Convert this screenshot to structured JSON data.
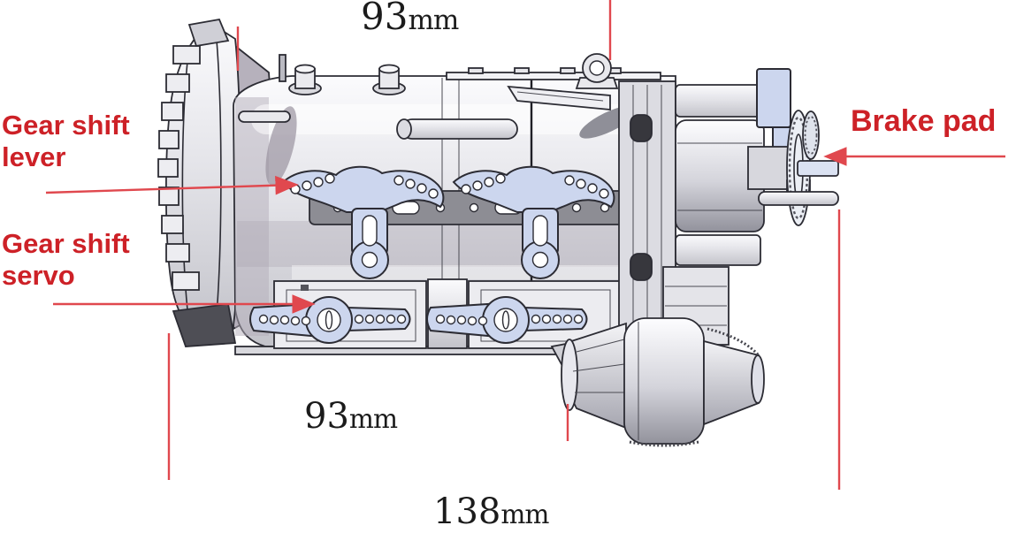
{
  "annotations": {
    "gear_shift_lever": {
      "label": "Gear shift lever"
    },
    "gear_shift_servo": {
      "label": "Gear shift servo"
    },
    "brake_pad": {
      "label": "Brake pad"
    }
  },
  "dimensions": {
    "top_width": {
      "value": "93",
      "unit": "mm"
    },
    "bottom_width": {
      "value": "93",
      "unit": "mm"
    },
    "overall_length": {
      "value": "138",
      "unit": "mm"
    }
  },
  "colors": {
    "annotation_text": "#cd2127",
    "annotation_line": "#e0484e",
    "dimension_text": "#1b1b1b",
    "accent_part": "#ccd6ee",
    "outline": "#2c2c34"
  }
}
